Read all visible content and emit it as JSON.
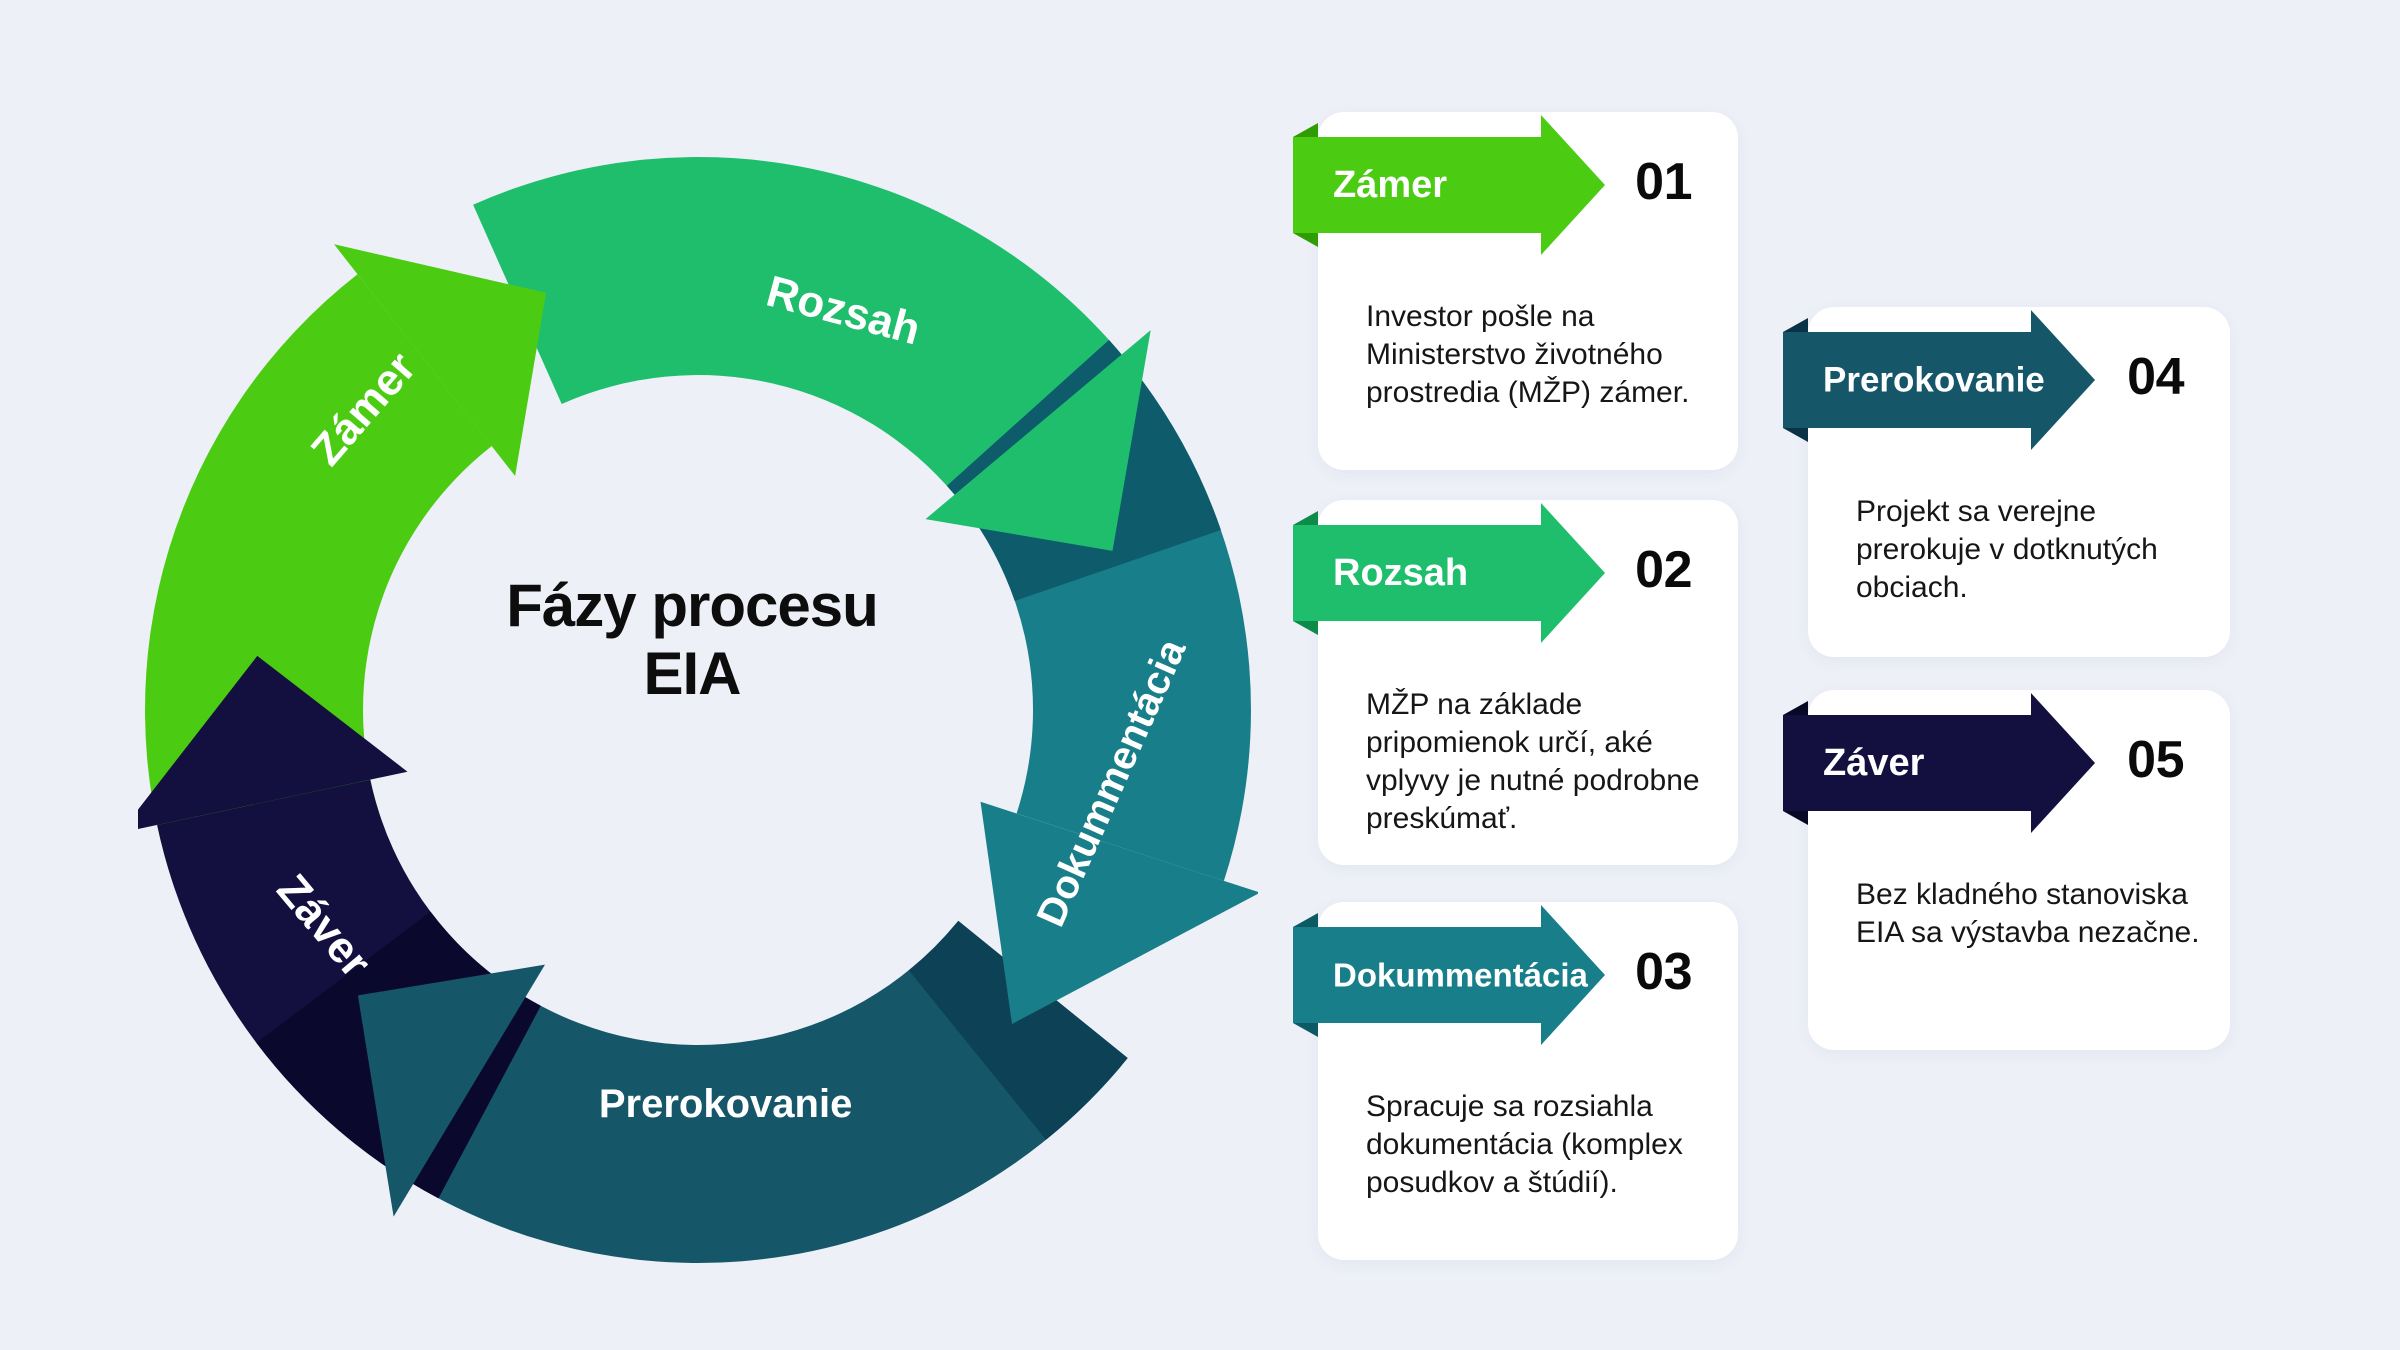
{
  "page": {
    "background": "#EDF0F7",
    "text_color": "#161616"
  },
  "wheel": {
    "title_line1": "Fázy procesu",
    "title_line2": "EIA",
    "segments": [
      {
        "label": "Zámer",
        "color": "#4BCC12",
        "shadow": null
      },
      {
        "label": "Rozsah",
        "color": "#1FBE6C",
        "shadow": null
      },
      {
        "label": "Dokummentácia",
        "color": "#187E89",
        "shadow": "#0D5B6B"
      },
      {
        "label": "Prerokovanie",
        "color": "#155669",
        "shadow": "#0C4156"
      },
      {
        "label": "Záver",
        "color": "#13103F",
        "shadow": "#0B082E"
      }
    ]
  },
  "steps": [
    {
      "number": "01",
      "label": "Zámer",
      "color": "#4BCC12",
      "fold": "#2F9C04",
      "description": "Investor pošle na Ministerstvo životného prostredia (MŽP) zámer."
    },
    {
      "number": "02",
      "label": "Rozsah",
      "color": "#1FBE6C",
      "fold": "#0E8B49",
      "description": "MŽP na základe pripomienok určí, aké vplyvy je nutné podrobne preskúmať."
    },
    {
      "number": "03",
      "label": "Dokummentácia",
      "color": "#187E89",
      "fold": "#0C5A64",
      "description": "Spracuje sa rozsiahla dokumentácia (komplex posudkov a štúdií)."
    },
    {
      "number": "04",
      "label": "Prerokovanie",
      "color": "#155669",
      "fold": "#0A3246",
      "description": "Projekt sa verejne prerokuje v dotknutých obciach."
    },
    {
      "number": "05",
      "label": "Záver",
      "color": "#13103F",
      "fold": "#070826",
      "description": "Bez kladného stanoviska EIA sa výstavba nezačne."
    }
  ]
}
